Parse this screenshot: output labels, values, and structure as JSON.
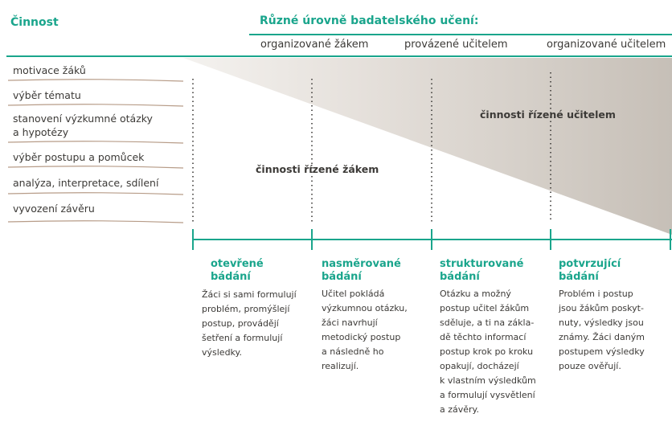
{
  "header": {
    "activity_label": "Činnost",
    "levels_title": "Různé úrovně badatelského učení:"
  },
  "levels": [
    "organizované žákem",
    "provázené učitelem",
    "organizované učitelem"
  ],
  "activities": [
    "motivace žáků",
    "výběr tématu",
    "stanovení výzkumné otázky",
    "a hypotézy",
    "výběr postupu a pomůcek",
    "analýza, interpretace, sdílení",
    "vyvození závěru"
  ],
  "regions": {
    "student_led": "činnosti řízené žákem",
    "teacher_led": "činnosti řízené učitelem"
  },
  "inquiry_types": [
    {
      "title": [
        "otevřené",
        "bádání"
      ],
      "desc": [
        "Žáci si sami formulují",
        "problém, promýšlejí",
        "postup, provádějí",
        "šetření a formulují",
        "výsledky."
      ]
    },
    {
      "title": [
        "nasměrované",
        "bádání"
      ],
      "desc": [
        "Učitel pokládá",
        "výzkumnou otázku,",
        "žáci navrhují",
        "metodický postup",
        "a následně ho",
        "realizují."
      ]
    },
    {
      "title": [
        "strukturované",
        "bádání"
      ],
      "desc": [
        "Otázku a možný",
        "postup učitel žákům",
        "sděluje, a ti na zákla-",
        "dě těchto informací",
        "postup krok po kroku",
        "opakují, docházejí",
        "k vlastním výsledkům",
        "a formulují vysvětlení",
        "a závěry."
      ]
    },
    {
      "title": [
        "potvrzující",
        "bádání"
      ],
      "desc": [
        "Problém i postup",
        "jsou žákům poskyt-",
        "nuty, výsledky jsou",
        "známy. Žáci daným",
        "postupem výsledky",
        "pouze ověřují."
      ]
    }
  ],
  "colors": {
    "accent": "#1aa58c",
    "text": "#3c3a37",
    "shade": "#cfc9c2"
  }
}
